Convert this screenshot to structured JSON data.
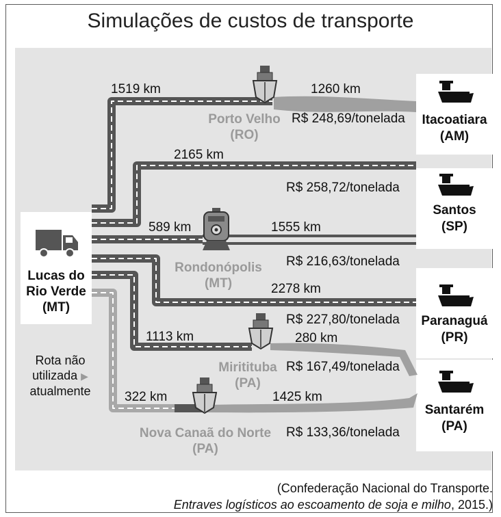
{
  "title": "Simulações de custos de transporte",
  "origin": {
    "line1": "Lucas do",
    "line2": "Rio Verde",
    "line3": "(MT)"
  },
  "unused_route_note": {
    "line1": "Rota não",
    "line2": "utilizada",
    "line3": "atualmente",
    "arrow": "▶"
  },
  "routes": [
    {
      "d1": "1519 km",
      "d2": "1260 km",
      "hub": "Porto Velho",
      "hub_state": "(RO)",
      "cost": "R$ 248,69/tonelada",
      "dest": "Itacoatiara",
      "dest_state": "(AM)"
    },
    {
      "d1": "2165 km",
      "cost": "R$ 258,72/tonelada",
      "dest": "Santos",
      "dest_state": "(SP)"
    },
    {
      "d1": "589 km",
      "d2": "1555 km",
      "hub": "Rondonópolis",
      "hub_state": "(MT)",
      "cost": "R$ 216,63/tonelada"
    },
    {
      "d1": "2278 km",
      "cost": "R$ 227,80/tonelada",
      "dest": "Paranaguá",
      "dest_state": "(PR)"
    },
    {
      "d1": "1113 km",
      "d2": "280 km",
      "hub": "Miritituba",
      "hub_state": "(PA)",
      "cost": "R$ 167,49/tonelada",
      "dest": "Santarém",
      "dest_state": "(PA)"
    },
    {
      "d1": "322 km",
      "d2": "1425 km",
      "hub": "Nova Canaã do Norte",
      "hub_state": "(PA)",
      "cost": "R$ 133,36/tonelada"
    }
  ],
  "source": {
    "line1": "(Confederação Nacional do Transporte.",
    "line2_italic": "Entraves logísticos ao escoamento de soja e milho",
    "line2_rest": ", 2015.)"
  },
  "colors": {
    "panel": "#e4e4e4",
    "road": "#555555",
    "unused_road": "#a8a8a8",
    "water": "#a0a0a0",
    "hub_text": "#9a9a9a"
  }
}
